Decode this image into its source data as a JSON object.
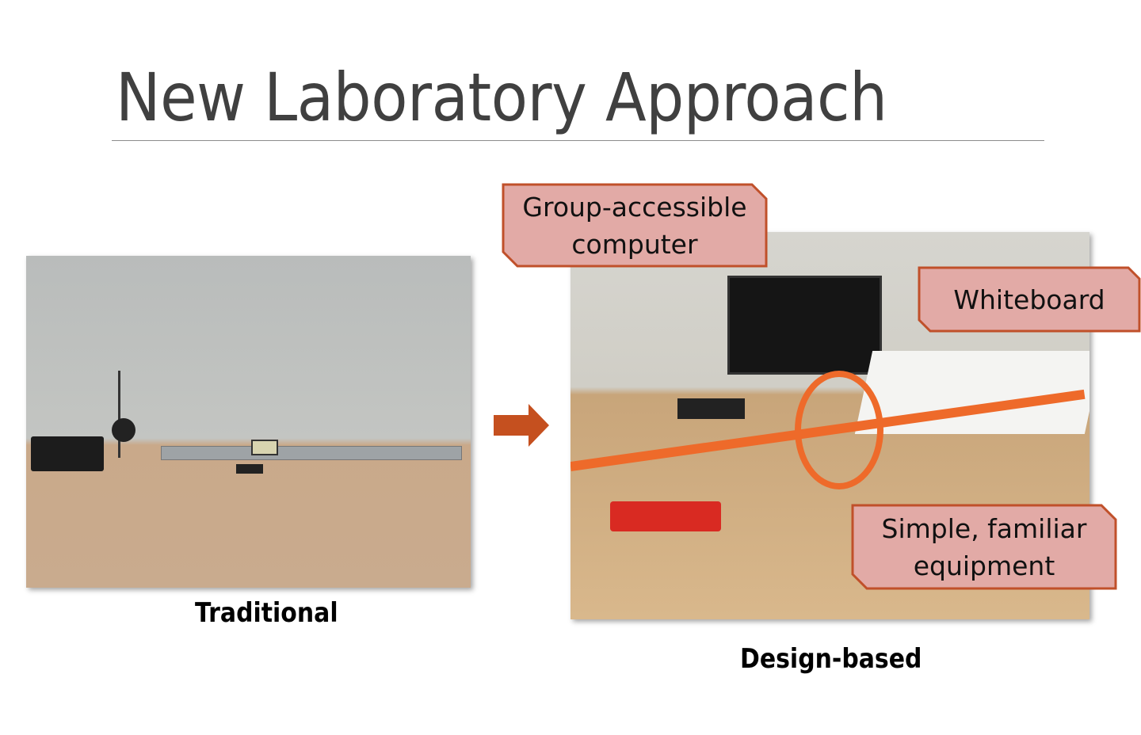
{
  "slide": {
    "title": "New Laboratory Approach",
    "left_caption": "Traditional",
    "right_caption": "Design-based",
    "callouts": [
      {
        "text": "Group-accessible\ncomputer"
      },
      {
        "text": "Whiteboard"
      },
      {
        "text": "Simple, familiar\nequipment"
      }
    ],
    "colors": {
      "callout_fill": "#e2aaa6",
      "callout_border": "#c0502a",
      "arrow": "#c5501f",
      "title": "#404040"
    }
  }
}
